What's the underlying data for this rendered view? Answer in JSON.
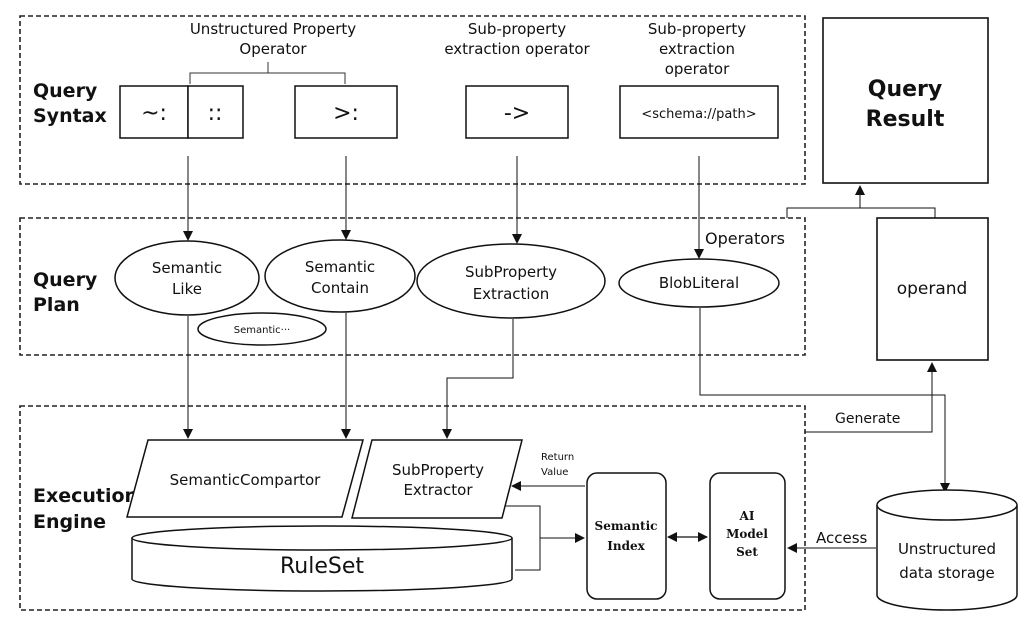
{
  "sections": {
    "query_syntax": {
      "line1": "Query",
      "line2": "Syntax"
    },
    "query_plan": {
      "line1": "Query",
      "line2": "Plan"
    },
    "execution_engine": {
      "line1": "Execution",
      "line2": "Engine"
    }
  },
  "headers": {
    "unstructured_operator": {
      "line1": "Unstructured Property",
      "line2": "Operator"
    },
    "subproperty_operator_1": {
      "line1": "Sub-property",
      "line2": "extraction operator"
    },
    "subproperty_operator_2": {
      "line1": "Sub-property",
      "line2": "extraction",
      "line3": "operator"
    }
  },
  "syntax_boxes": {
    "tilde_colon": "~:",
    "double_colon": "::",
    "greater_colon": ">:",
    "arrow": "->",
    "schema_path": "<schema://path>"
  },
  "query_result": {
    "line1": "Query",
    "line2": "Result"
  },
  "operand": "operand",
  "operators_label": "Operators",
  "plan_nodes": {
    "semantic_like": {
      "line1": "Semantic",
      "line2": "Like"
    },
    "semantic_contain": {
      "line1": "Semantic",
      "line2": "Contain"
    },
    "semantic_more": "Semantic···",
    "subproperty_extraction": {
      "line1": "SubProperty",
      "line2": "Extraction"
    },
    "blob_literal": "BlobLiteral"
  },
  "engine": {
    "semantic_compartor": "SemanticCompartor",
    "subproperty_extractor": {
      "line1": "SubProperty",
      "line2": "Extractor"
    },
    "return_value": {
      "line1": "Return",
      "line2": "Value"
    },
    "ruleset": "RuleSet",
    "semantic_index": {
      "line1": "Semantic",
      "line2": "Index"
    },
    "ai_model_set": {
      "line1": "AI",
      "line2": "Model",
      "line3": "Set"
    }
  },
  "generate_label": "Generate",
  "access_label": "Access",
  "storage": {
    "line1": "Unstructured",
    "line2": "data storage"
  }
}
